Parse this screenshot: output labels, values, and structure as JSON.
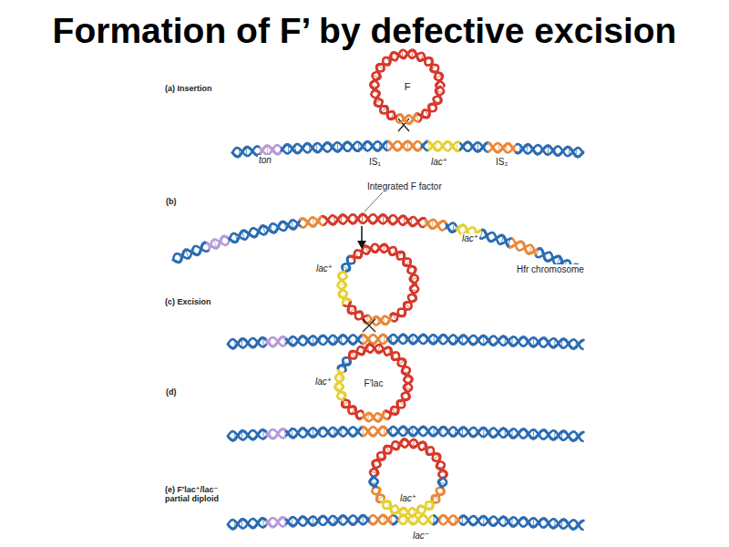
{
  "diagram": {
    "title": "Formation of F’ by defective excision",
    "nodes": [
      {
        "text": [
          "F"
        ]
      },
      {
        "text": [
          "F′lac"
        ]
      },
      {
        "text": [
          "lac⁺"
        ]
      }
    ],
    "labels": [
      "(a) Insertion",
      "ton",
      "IS₁",
      "lac⁺",
      "IS₂",
      "(b)",
      "Integrated F factor",
      "lac⁺",
      "Hfr chromosome",
      "lac⁺",
      "(c) Excision",
      "lac⁺",
      "(d)",
      "(e) F′lac⁺/lac⁻ partial diploid",
      "lac⁻"
    ]
  }
}
